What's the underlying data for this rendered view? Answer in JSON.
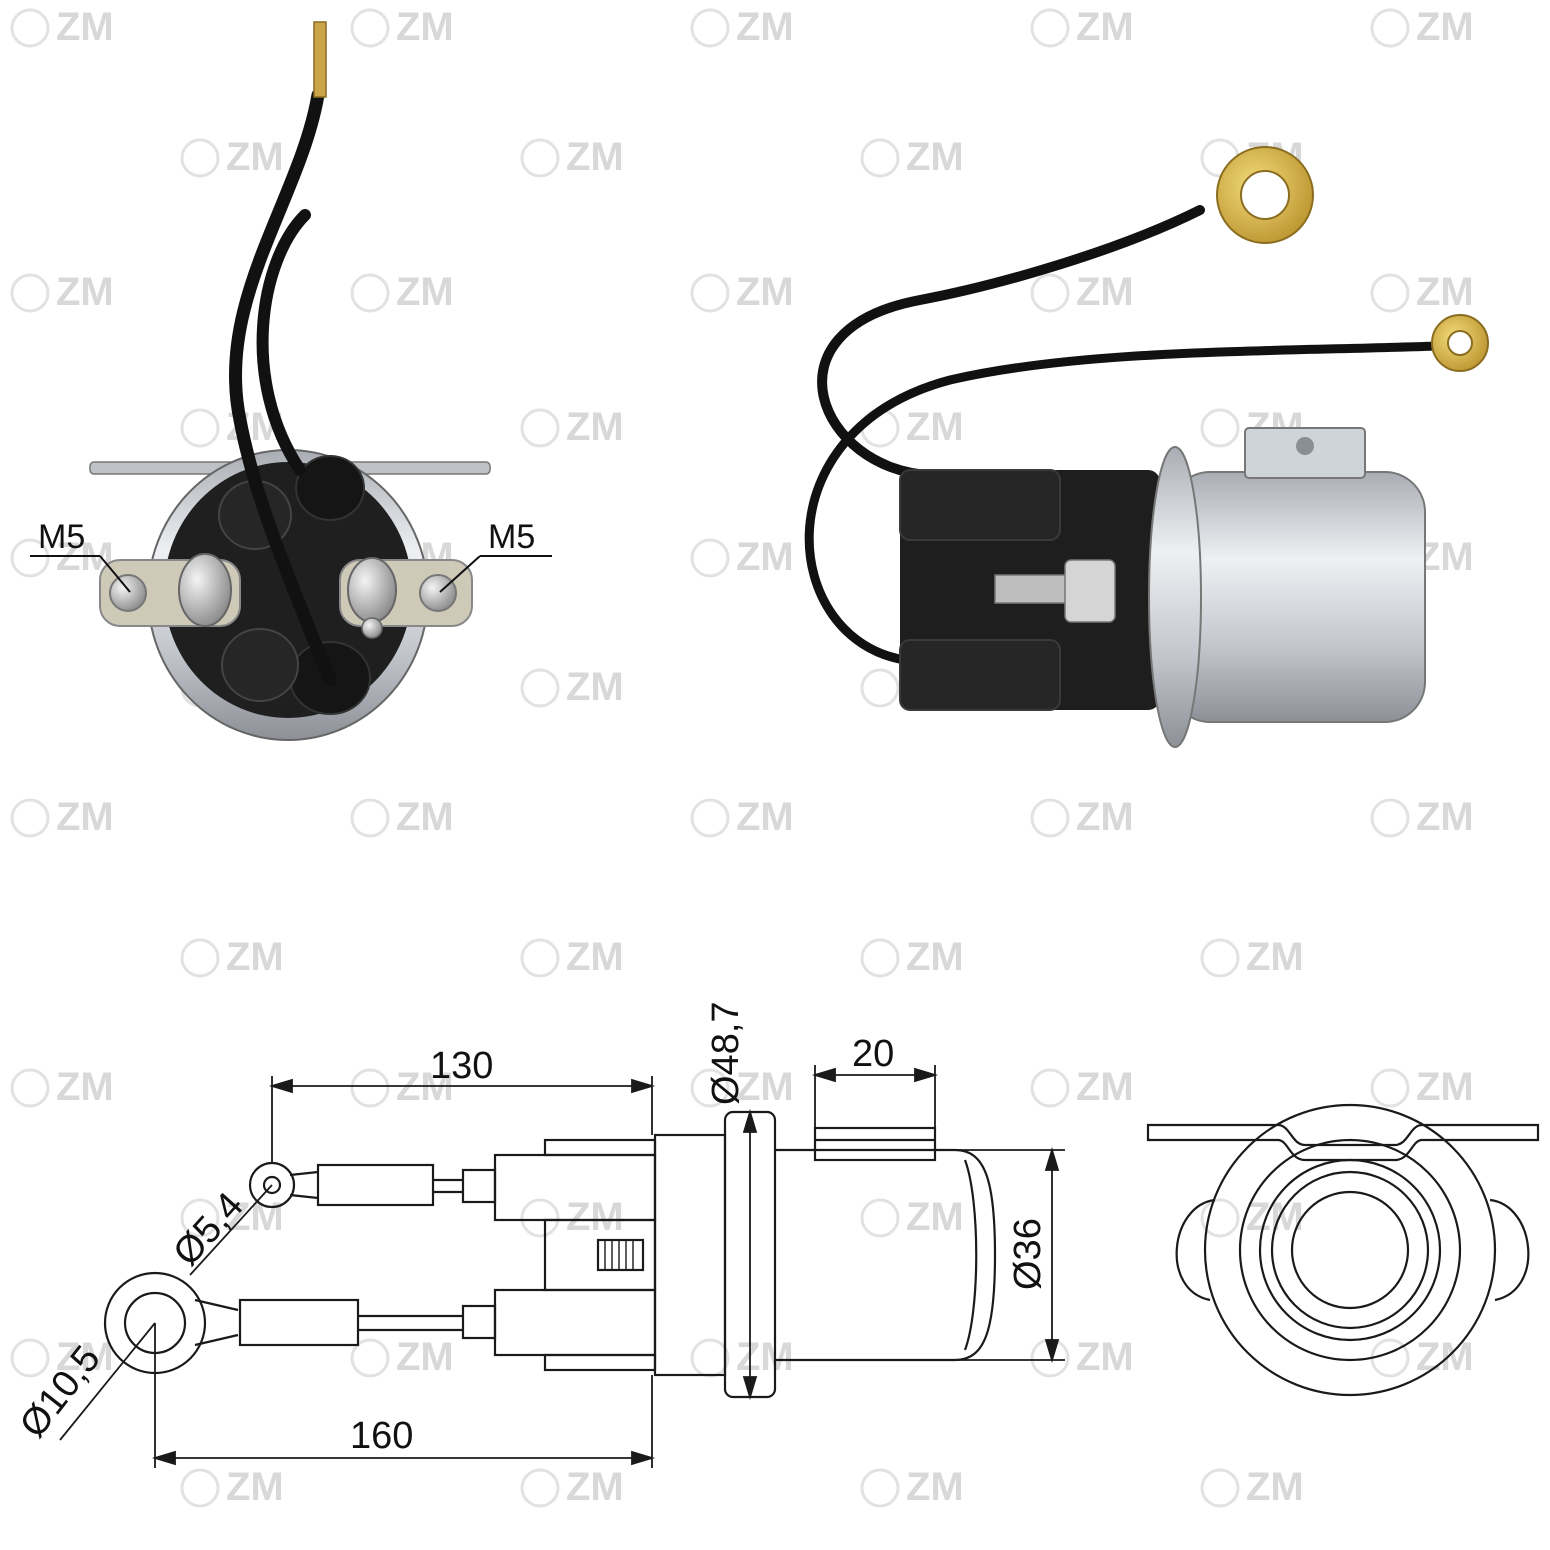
{
  "watermark": {
    "text": "ZM"
  },
  "photo_front": {
    "label_left": "M5",
    "label_right": "M5"
  },
  "drawing": {
    "dim_130": "130",
    "dim_160": "160",
    "dim_48_7": "Ø48,7",
    "dim_20": "20",
    "dim_36": "Ø36",
    "dim_5_4": "Ø5,4",
    "dim_10_5": "Ø10,5"
  },
  "colors": {
    "line": "#1a1a1a",
    "body_metal": "#c9ccd1",
    "cap_black": "#1b1b1b",
    "brass": "#d6b23a"
  }
}
